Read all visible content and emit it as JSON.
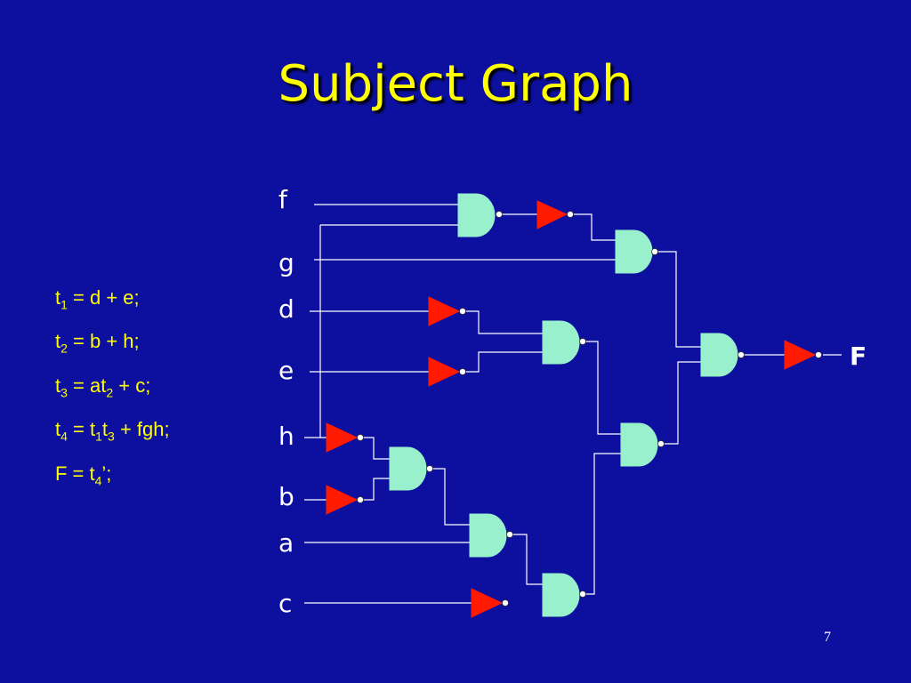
{
  "title": "Subject Graph",
  "equations": [
    {
      "parts": [
        "t",
        "1",
        " = d + e;"
      ]
    },
    {
      "parts": [
        "t",
        "2",
        " = b + h;"
      ]
    },
    {
      "parts": [
        "t",
        "3",
        " = at",
        "2",
        " + c;"
      ]
    },
    {
      "parts": [
        "t",
        "4",
        " = t",
        "1",
        "t",
        "3",
        " + fgh;"
      ]
    },
    {
      "parts": [
        "F = t",
        "4",
        "’;"
      ]
    }
  ],
  "inputs": {
    "f": "f",
    "g": "g",
    "d": "d",
    "e": "e",
    "h": "h",
    "b": "b",
    "a": "a",
    "c": "c"
  },
  "output": "F",
  "page_number": "7",
  "colors": {
    "background": "#0d0f9e",
    "title": "#ffff00",
    "and_gate": "#99f0cc",
    "inverter": "#ff1a00",
    "wire": "#ffffff"
  }
}
